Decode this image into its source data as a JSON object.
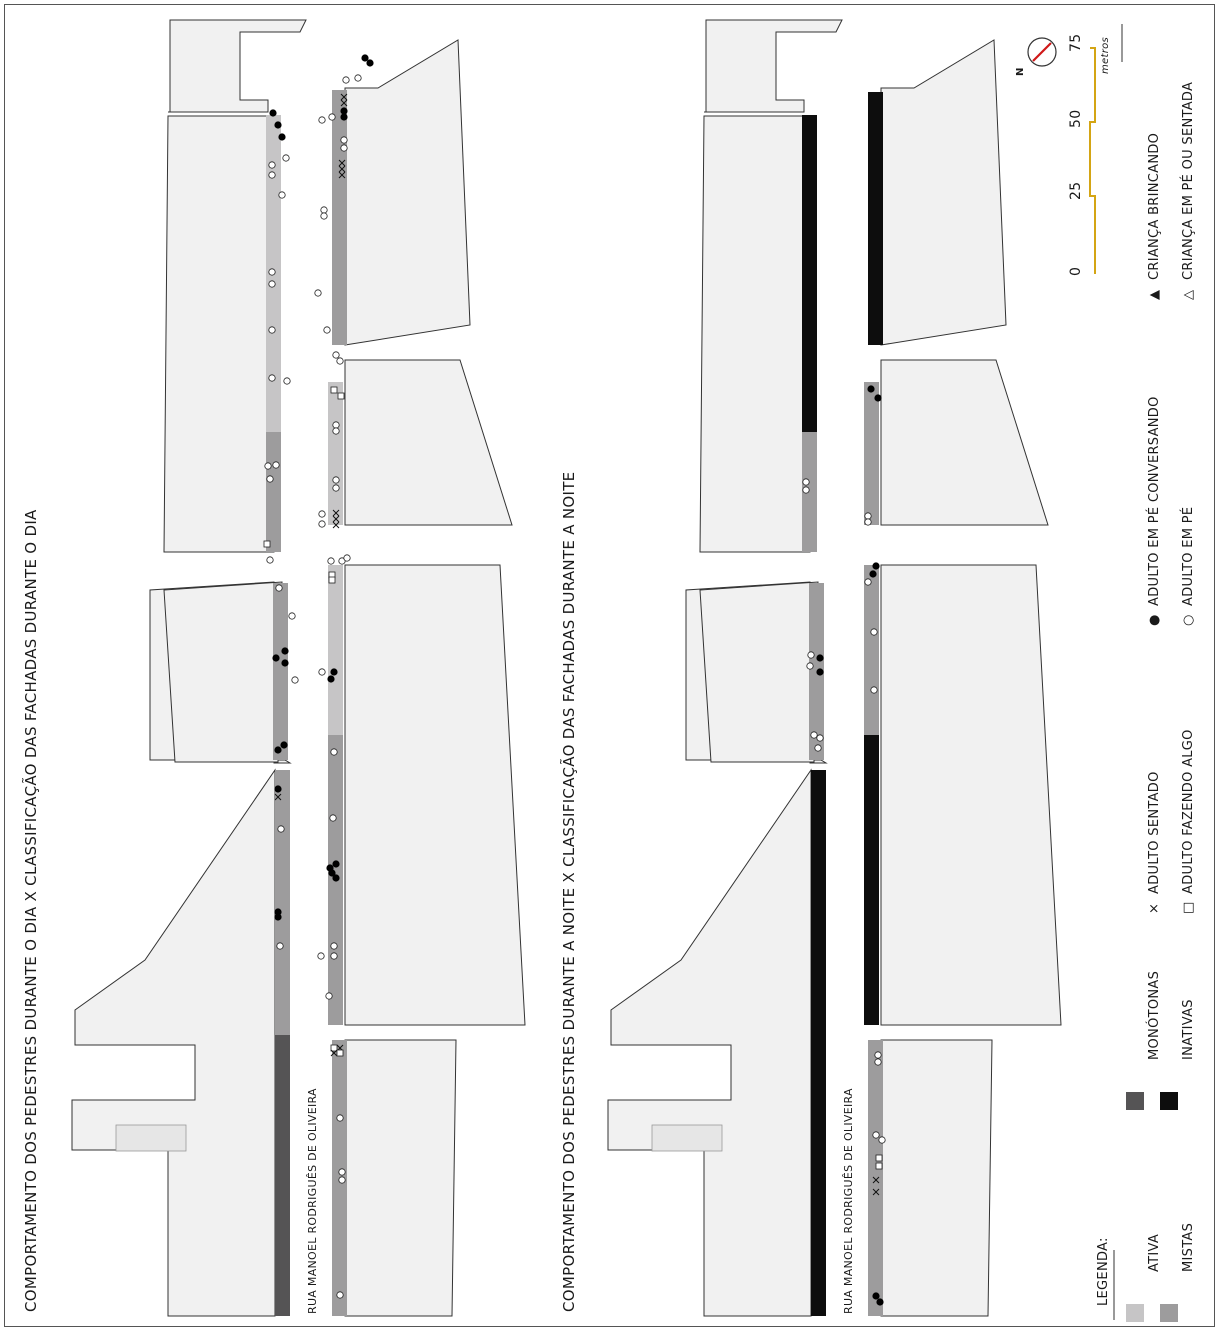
{
  "titles": {
    "day": "COMPORTAMENTO DOS PEDESTRES DURANTE O DIA  X  CLASSIFICAÇÃO DAS FACHADAS DURANTE O DIA",
    "night": "COMPORTAMENTO DOS PEDESTRES DURANTE A NOITE  X  CLASSIFICAÇÃO DAS FACHADAS DURANTE A NOITE"
  },
  "street_name": "RUA MANOEL RODRIGUÊS DE OLIVEIRA",
  "legend": {
    "heading": "LEGENDA:",
    "facades": [
      {
        "label": "ATIVA",
        "color": "#c6c5c6"
      },
      {
        "label": "MISTAS",
        "color": "#9d9c9d"
      },
      {
        "label": "MONÓTONAS",
        "color": "#555455"
      },
      {
        "label": "INATIVAS",
        "color": "#0d0d0d"
      }
    ],
    "pedestrians": [
      {
        "symbol": "×",
        "label": "ADULTO SENTADO"
      },
      {
        "symbol": "□",
        "label": "ADULTO FAZENDO ALGO"
      },
      {
        "symbol": "●",
        "label": "ADULTO EM PÉ CONVERSANDO"
      },
      {
        "symbol": "○",
        "label": "ADULTO EM PÉ"
      },
      {
        "symbol": "▲",
        "label": "CRIANÇA BRINCANDO"
      },
      {
        "symbol": "△",
        "label": "CRIANÇA EM PÉ OU SENTADA"
      }
    ]
  },
  "scale": {
    "ticks": [
      "0",
      "25",
      "50",
      "75"
    ],
    "unit": "metros",
    "color": "#d4a514"
  },
  "north": {
    "label": "N"
  }
}
